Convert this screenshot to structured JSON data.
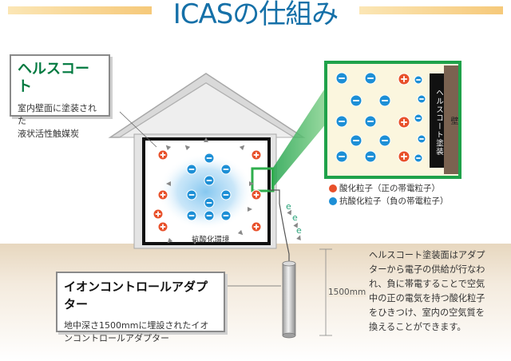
{
  "title": "ICASの仕組み",
  "health_coat": {
    "title": "ヘルスコート",
    "desc_line1": "室内壁面に塗装された",
    "desc_line2": "液状活性触媒炭"
  },
  "adapter": {
    "title": "イオンコントロールアダプター",
    "desc_line1": "地中深さ1500mmに埋設されたイオ",
    "desc_line2": "ンコントロールアダプター"
  },
  "room_label": "抗酸化環境",
  "depth_label": "1500mm",
  "wall_coat_label": "ヘルスコート塗装",
  "wall_label": "壁",
  "electron_symbol": "e",
  "legend": {
    "positive": "酸化粒子（正の帯電粒子）",
    "negative": "抗酸化粒子（負の帯電粒子）"
  },
  "explanation": [
    "ヘルスコート塗装面はアダプ",
    "ターから電子の供給が行なわ",
    "れ、負に帯電することで空気",
    "中の正の電気を持つ酸化粒子",
    "をひきつけ、室内の空気質を",
    "換えることができます。"
  ],
  "colors": {
    "title": "#1570a8",
    "accent_green": "#00793f",
    "zoom_green": "#22b14c",
    "positive_particle": "#e8502a",
    "negative_particle": "#1d8fd6",
    "electron": "#2aa37a"
  }
}
